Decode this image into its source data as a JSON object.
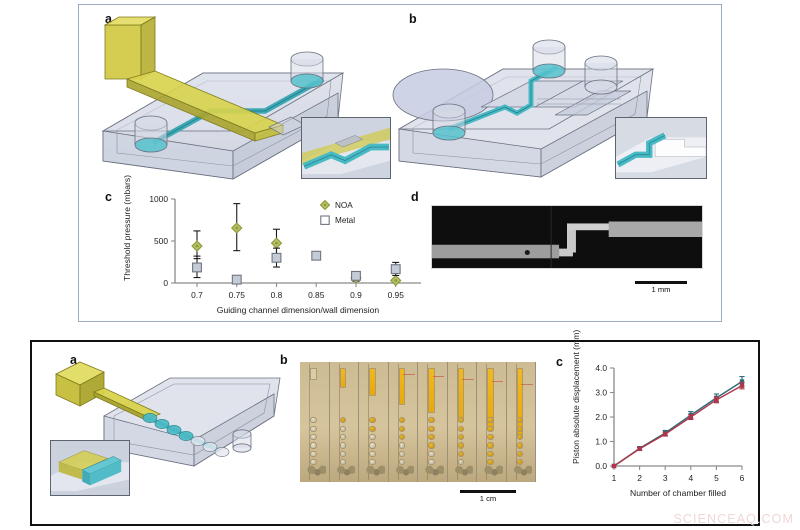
{
  "figure": {
    "watermark": "SCIENCEAQ.COM",
    "top_panel_letters": {
      "a": "a",
      "b": "b",
      "c": "c",
      "d": "d"
    },
    "bottom_panel_letters": {
      "a": "a",
      "b": "b",
      "c": "c"
    }
  },
  "panel_a_top": {
    "letter": "a",
    "description": "3D schematic of microfluidic chip with yellow NOA piston channel crossing a teal liquid channel, two cylindrical reservoirs, inset close-up of crossing",
    "inset_label": ""
  },
  "panel_b_top": {
    "letter": "b",
    "description": "3D schematic of microfluidic chip with elliptical membrane, teal channel routed through three reservoirs, inset close-up of jog in channel",
    "inset_label": ""
  },
  "panel_c_top": {
    "letter": "c",
    "scale_bar": null
  },
  "panel_d_top": {
    "letter": "d",
    "scale_bar_label": "1 mm"
  },
  "panel_a_bottom": {
    "letter": "a",
    "description": "3D schematic of chip with yellow cube piston feeding a chain of teal chambers, inset close-up of chamber"
  },
  "panel_b_bottom": {
    "letter": "b",
    "scale_bar_label": "1 cm",
    "frames": 8
  },
  "chart_data": [
    {
      "id": "threshold-pressure-chart",
      "type": "scatter",
      "title": "",
      "xlabel": "Guiding channel dimension/wall dimension",
      "ylabel": "Threshold pressure (mbars)",
      "categories": [
        "0.7",
        "0.75",
        "0.8",
        "0.85",
        "0.9",
        "0.95"
      ],
      "xtick_labels": [
        "0.7",
        "0.75",
        "0.8",
        "0.85",
        "0.9",
        "0.95"
      ],
      "ytick_labels": [
        "0",
        "500",
        "1000"
      ],
      "ylim": [
        0,
        1000
      ],
      "yticks": [
        0,
        500,
        1000
      ],
      "grid": false,
      "legend_position": "top-right",
      "series": [
        {
          "name": "NOA",
          "marker": "diamond",
          "color": "#8c9a3c",
          "fill": "#b5be63",
          "x": [
            "0.7",
            "0.75",
            "0.8",
            "0.9",
            "0.95"
          ],
          "values": [
            440,
            655,
            475,
            60,
            30
          ],
          "err_low": [
            150,
            270,
            135,
            40,
            20
          ],
          "err_high": [
            180,
            290,
            165,
            45,
            20
          ]
        },
        {
          "name": "Metal",
          "marker": "square",
          "color": "#6f7580",
          "fill": "#c4cad6",
          "x": [
            "0.7",
            "0.75",
            "0.8",
            "0.85",
            "0.9",
            "0.95"
          ],
          "values": [
            185,
            40,
            300,
            325,
            85,
            165
          ],
          "err_low": [
            120,
            0,
            110,
            0,
            45,
            75
          ],
          "err_high": [
            135,
            0,
            115,
            0,
            45,
            80
          ]
        }
      ]
    },
    {
      "id": "piston-displacement-chart",
      "type": "line",
      "title": "",
      "xlabel": "Number of chamber filled",
      "ylabel": "Piston absolute displacement (mm)",
      "x": [
        1,
        2,
        3,
        4,
        5,
        6
      ],
      "xtick_labels": [
        "1",
        "2",
        "3",
        "4",
        "5",
        "6"
      ],
      "ytick_labels": [
        "0.0",
        "1.0",
        "2.0",
        "3.0",
        "4.0"
      ],
      "ylim": [
        0,
        4
      ],
      "yticks": [
        0,
        1,
        2,
        3,
        4
      ],
      "grid": false,
      "legend_position": "none",
      "series": [
        {
          "name": "series-teal",
          "color": "#2e6b78",
          "values": [
            0.0,
            0.72,
            1.35,
            2.08,
            2.78,
            3.45
          ],
          "err": [
            0.0,
            0.07,
            0.1,
            0.14,
            0.16,
            0.2
          ]
        },
        {
          "name": "series-red",
          "color": "#b1354a",
          "values": [
            0.0,
            0.7,
            1.3,
            2.0,
            2.7,
            3.28
          ],
          "err": [
            0.0,
            0.06,
            0.08,
            0.1,
            0.12,
            0.13
          ]
        }
      ]
    }
  ]
}
